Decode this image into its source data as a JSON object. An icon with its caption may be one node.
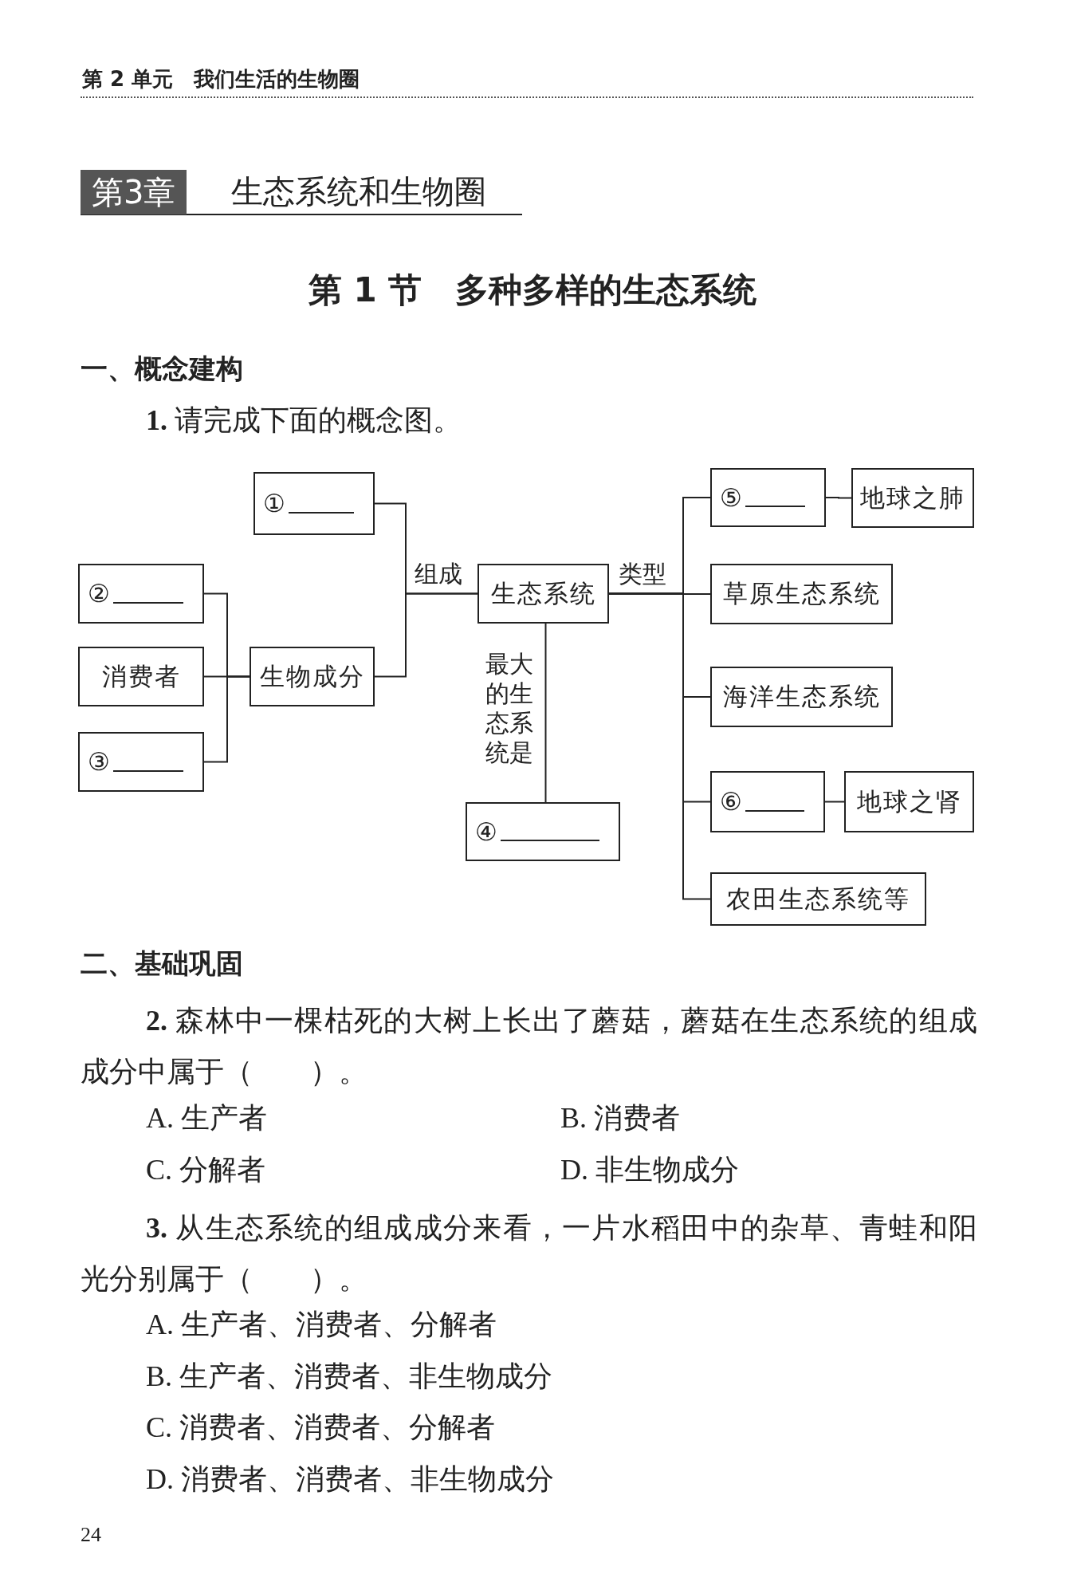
{
  "diagram": {
    "title": "第 1 节　多种多样的生态系统",
    "nodes": [
      {
        "text": [
          "①"
        ]
      },
      {
        "text": [
          "②"
        ]
      },
      {
        "text": [
          "消费者"
        ]
      },
      {
        "text": [
          "③"
        ]
      },
      {
        "text": [
          "生物成分"
        ]
      },
      {
        "text": [
          "生态系统"
        ]
      },
      {
        "text": [
          "④"
        ]
      },
      {
        "text": [
          "⑤"
        ]
      },
      {
        "text": [
          "地球之肺"
        ]
      },
      {
        "text": [
          "草原生态系统"
        ]
      },
      {
        "text": [
          "海洋生态系统"
        ]
      },
      {
        "text": [
          "⑥"
        ]
      },
      {
        "text": [
          "地球之肾"
        ]
      },
      {
        "text": [
          "农田生态系统等"
        ]
      }
    ],
    "edges": [
      {
        "from": 5,
        "to": 0,
        "arrow": "none",
        "label": "组成"
      },
      {
        "from": 5,
        "to": 4,
        "arrow": "none"
      },
      {
        "from": 4,
        "to": 1,
        "arrow": "none"
      },
      {
        "from": 4,
        "to": 2,
        "arrow": "none"
      },
      {
        "from": 4,
        "to": 3,
        "arrow": "none"
      },
      {
        "from": 5,
        "to": 6,
        "arrow": "none",
        "label": "最大的生态系统是"
      },
      {
        "from": 5,
        "to": 7,
        "arrow": "none",
        "label": "类型"
      },
      {
        "from": 5,
        "to": 9,
        "arrow": "none"
      },
      {
        "from": 5,
        "to": 10,
        "arrow": "none"
      },
      {
        "from": 5,
        "to": 11,
        "arrow": "none"
      },
      {
        "from": 5,
        "to": 13,
        "arrow": "none"
      },
      {
        "from": 7,
        "to": 8,
        "arrow": "none"
      },
      {
        "from": 11,
        "to": 12,
        "arrow": "none"
      }
    ],
    "labels": [
      "第 2 单元　我们生活的生物圈",
      "第3章",
      "生态系统和生物圈",
      "一、概念建构",
      "**1.** 请完成下面的概念图。",
      "二、基础巩固",
      "**2.** 森林中一棵枯死的大树上长出了蘑菇，蘑菇在生态系统的组成成分中属于（　　）。",
      "A. 生产者",
      "B. 消费者",
      "C. 分解者",
      "D. 非生物成分",
      "**3.** 从生态系统的组成成分来看，一片水稻田中的杂草、青蛙和阳光分别属于（　　）。",
      "A. 生产者、消费者、分解者",
      "B. 生产者、消费者、非生物成分",
      "C. 消费者、消费者、分解者",
      "D. 消费者、消费者、非生物成分",
      "24"
    ]
  }
}
